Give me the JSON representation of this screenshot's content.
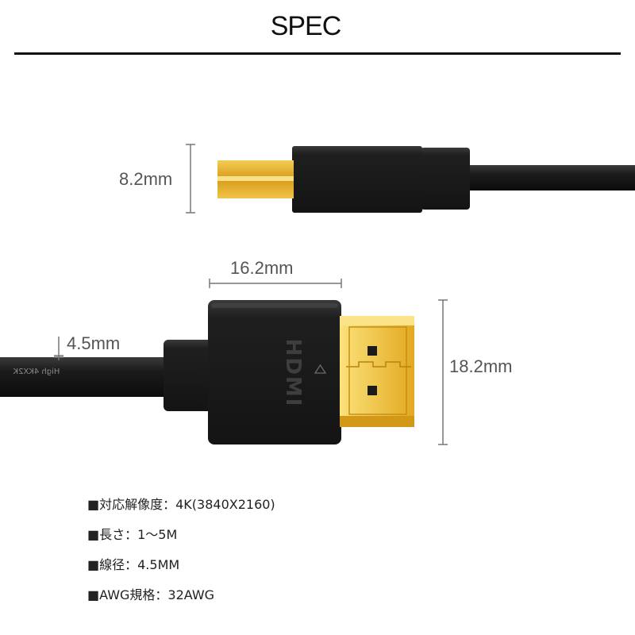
{
  "header": {
    "title": "SPEC"
  },
  "dimensions": {
    "small_plug_height": "8.2mm",
    "plug_width": "16.2mm",
    "cable_diameter": "4.5mm",
    "plug_height": "18.2mm"
  },
  "connector": {
    "logo_text": "HDMI",
    "cable_print": "High 4KX2K"
  },
  "specs": [
    {
      "text": "■対応解像度：4K(3840X2160)"
    },
    {
      "text": "■長さ：1〜5M"
    },
    {
      "text": "■線径：4.5MM"
    },
    {
      "text": "■AWG規格：32AWG"
    }
  ],
  "colors": {
    "gold": "#e0a821",
    "gold_light": "#f7d25f",
    "plug_black": "#1c1c1c",
    "dim_line": "#777777"
  }
}
